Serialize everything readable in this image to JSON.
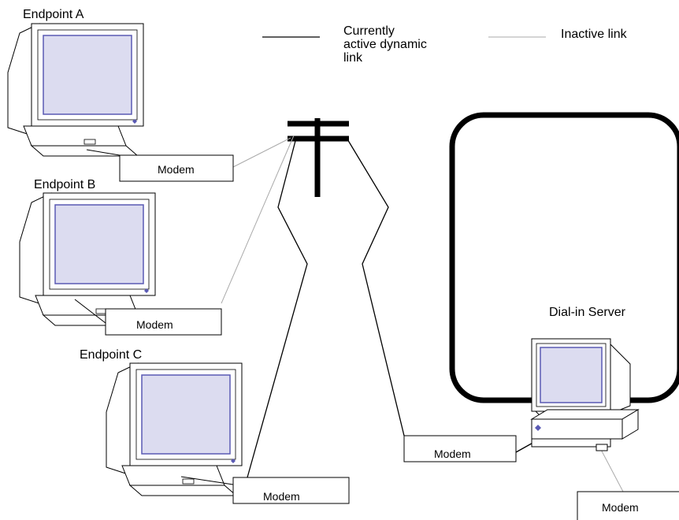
{
  "legend": {
    "active_label_lines": [
      "Currently",
      "active dynamic",
      "link"
    ],
    "inactive_label": "Inactive link"
  },
  "endpoints": [
    {
      "label": "Endpoint A",
      "modem_label": "Modem"
    },
    {
      "label": "Endpoint B",
      "modem_label": "Modem"
    },
    {
      "label": "Endpoint C",
      "modem_label": "Modem"
    }
  ],
  "server": {
    "label": "Dial-in Server",
    "modem_label": "Modem"
  },
  "colors": {
    "screen": "#dcdcf0",
    "screen_border": "#5a5ab4",
    "active_link": "#000000",
    "inactive_link": "#aaaaaa",
    "frame": "#000000"
  }
}
